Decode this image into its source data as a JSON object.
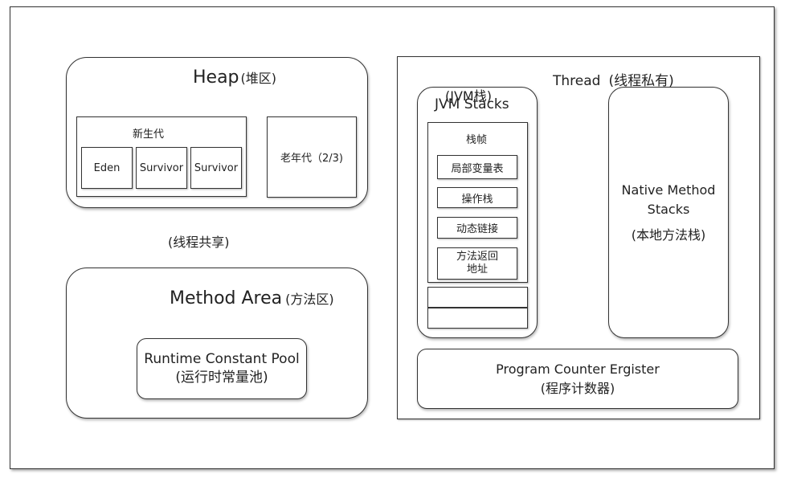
{
  "heap": {
    "title": "Heap",
    "title_cn": "(堆区)",
    "young_gen": "新生代",
    "eden": "Eden",
    "survivor1": "Survivor",
    "survivor2": "Survivor",
    "old_gen": "老年代（2/3)"
  },
  "shared_label": "(线程共享)",
  "method_area": {
    "title": "Method Area",
    "title_cn": "(方法区)",
    "pool_line1": "Runtime Constant Pool",
    "pool_line2": "(运行时常量池)"
  },
  "thread": {
    "title": "Thread",
    "title_cn": "(线程私有)",
    "jvm_stacks": {
      "cn_label": "(JVM栈)",
      "title": "JVM Stacks",
      "frame_title": "栈帧",
      "items": [
        "局部变量表",
        "操作栈",
        "动态链接",
        "方法返回\n地址"
      ]
    },
    "native": {
      "line1": "Native Method",
      "line2": "Stacks",
      "line3": "(本地方法栈)"
    },
    "pc": {
      "line1": "Program Counter Ergister",
      "line2": "(程序计数器)"
    }
  }
}
